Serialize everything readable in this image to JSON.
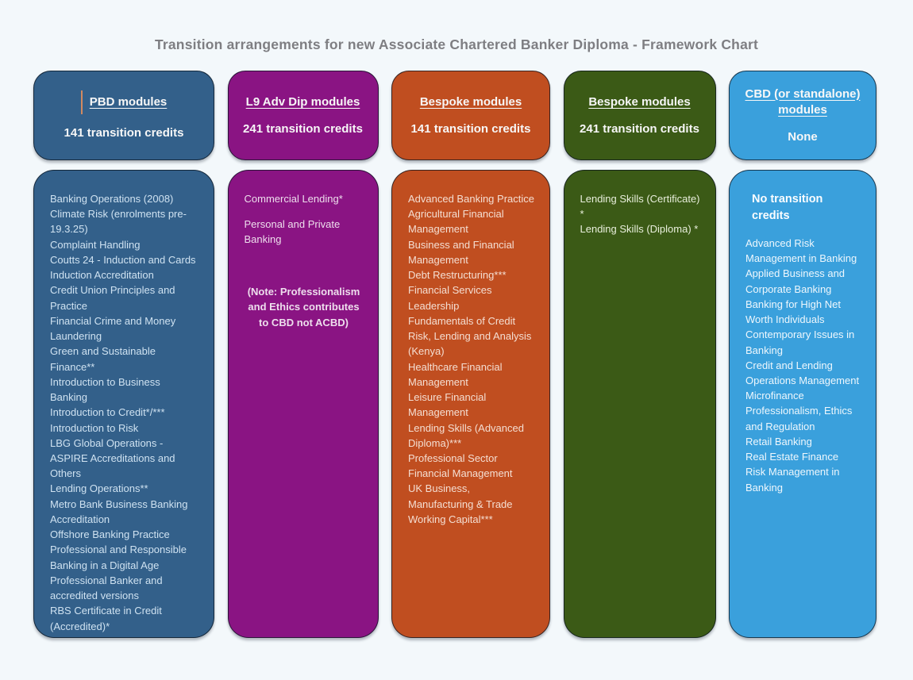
{
  "page": {
    "background": "#f3f8fb"
  },
  "title": "Transition arrangements for new Associate Chartered Banker Diploma - Framework Chart",
  "columns": [
    {
      "name": "PBD modules",
      "credits": "141 transition credits",
      "color": "#33608a",
      "modules": [
        "Banking Operations (2008)",
        "Climate Risk (enrolments pre-19.3.25)",
        "Complaint Handling",
        "Coutts 24 - Induction and Cards Induction Accreditation",
        "Credit Union Principles and Practice",
        "Financial Crime and Money Laundering",
        "Green and Sustainable Finance**",
        "Introduction to Business Banking",
        "Introduction to Credit*/***",
        "Introduction to Risk",
        "LBG Global Operations - ASPIRE Accreditations and Others",
        "Lending Operations**",
        "Metro Bank Business Banking Accreditation",
        "Offshore Banking Practice",
        "Professional and Responsible Banking in a Digital Age",
        "Professional Banker and accredited versions",
        "RBS Certificate in Credit (Accredited)*"
      ]
    },
    {
      "name": "L9 Adv Dip modules",
      "credits": "241 transition credits",
      "color": "#8a1483",
      "modules": [
        "Commercial Lending*",
        "Personal and Private Banking"
      ],
      "note": "(Note: Professionalism and Ethics contributes to CBD not ACBD)"
    },
    {
      "name": "Bespoke modules",
      "credits": "141 transition credits",
      "color": "#c04e20",
      "modules": [
        "Advanced Banking Practice",
        "Agricultural Financial Management",
        "Business and Financial Management",
        "Debt Restructuring***",
        "Financial Services Leadership",
        "Fundamentals of Credit Risk, Lending and Analysis (Kenya)",
        "Healthcare Financial Management",
        "Leisure Financial Management",
        "Lending Skills (Advanced Diploma)***",
        "Professional Sector Financial Management",
        "UK Business, Manufacturing & Trade",
        "Working Capital***"
      ]
    },
    {
      "name": "Bespoke modules",
      "credits": "241 transition credits",
      "color": "#3b5a16",
      "modules": [
        "Lending Skills (Certificate) *",
        "Lending Skills (Diploma) *"
      ]
    },
    {
      "name": "CBD (or standalone) modules",
      "credits": "None",
      "color": "#3aa0dc",
      "subheader": "No transition credits",
      "modules": [
        "Advanced Risk Management in Banking",
        "Applied Business and Corporate Banking",
        "Banking for High Net Worth Individuals",
        "Contemporary Issues in Banking",
        "Credit and Lending Operations Management",
        "Microfinance",
        "Professionalism, Ethics and Regulation",
        "Retail Banking",
        "Real Estate Finance",
        "Risk Management in Banking"
      ]
    }
  ]
}
